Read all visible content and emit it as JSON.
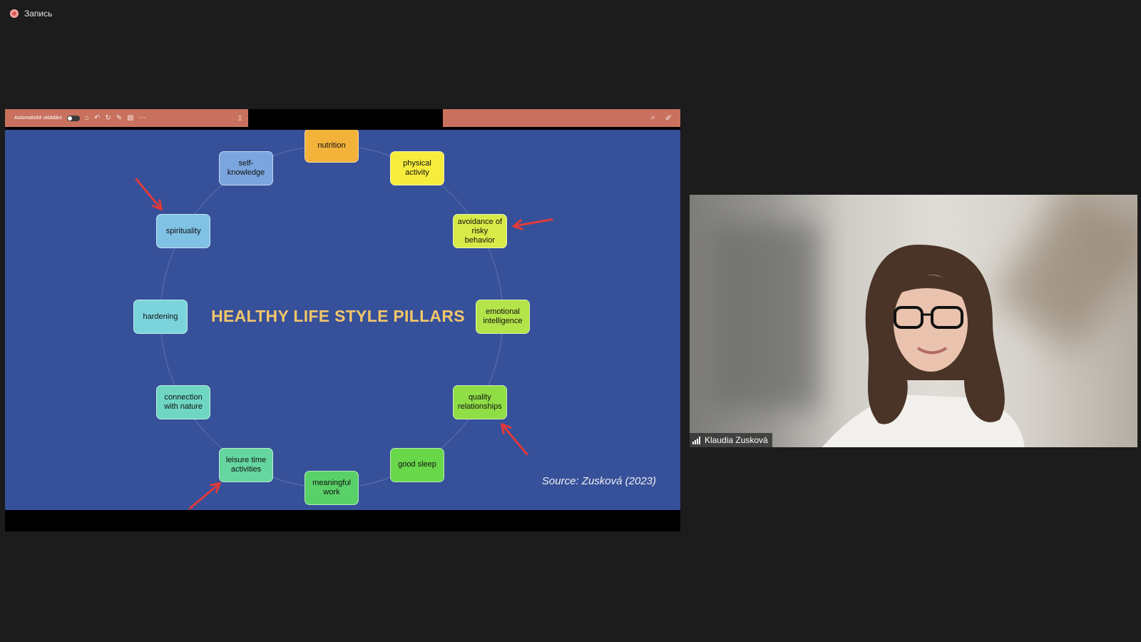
{
  "recording": {
    "label": "Запись"
  },
  "toolbar": {
    "autosave_label": "Automatické ukládání",
    "toggle_state": "off",
    "icons": [
      "home-icon",
      "undo-icon",
      "redo-icon",
      "edit-icon",
      "save-icon",
      "more-icon"
    ],
    "right_icons": [
      "search-icon",
      "pen-icon"
    ]
  },
  "slide": {
    "title": "HEALTHY LIFE STYLE PILLARS",
    "source": "Source: Zusková (2023)",
    "pillars": [
      {
        "label": "nutrition",
        "color": "#f3b23a"
      },
      {
        "label": "physical activity",
        "color": "#f6ec3c"
      },
      {
        "label": "avoidance of risky behavior",
        "color": "#d7ea48"
      },
      {
        "label": "emotional intelligence",
        "color": "#b3e44a"
      },
      {
        "label": "quality relationships",
        "color": "#8fde46"
      },
      {
        "label": "good sleep",
        "color": "#69d74a"
      },
      {
        "label": "meaningful work",
        "color": "#5ad168"
      },
      {
        "label": "leisure time activities",
        "color": "#66d6a0"
      },
      {
        "label": "connection with nature",
        "color": "#6fd6c3"
      },
      {
        "label": "hardening",
        "color": "#7bd4dc"
      },
      {
        "label": "spirituality",
        "color": "#7fc2e4"
      },
      {
        "label": "self-knowledge",
        "color": "#7ba5de"
      }
    ],
    "highlighted_pillars": [
      "avoidance of risky behavior",
      "quality relationships",
      "leisure time activities",
      "spirituality"
    ],
    "arrow_color": "#e03a3a"
  },
  "participant": {
    "name": "Klaudia Zusková"
  }
}
